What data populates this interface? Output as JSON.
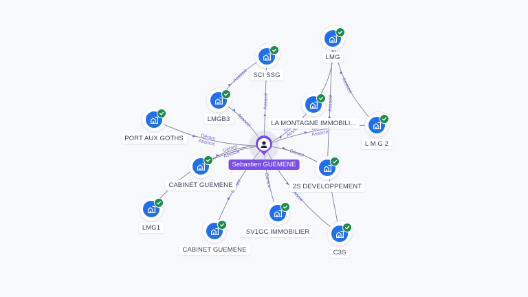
{
  "center": {
    "name": "Sebastien GUEMENE",
    "icon": "person-icon",
    "color": "#7a4cf0"
  },
  "colors": {
    "company_disc": "#1f6ff0",
    "verified_badge": "#1e8c4a",
    "edge": "#7a7f96",
    "edge_label": "#7a66d8",
    "background": "#f8f9fc"
  },
  "nodes": [
    {
      "id": "sci-ssg",
      "label": "SCI SSG",
      "icon": "building-icon",
      "verified": true
    },
    {
      "id": "lmg",
      "label": "LMG",
      "icon": "building-icon",
      "verified": true
    },
    {
      "id": "lmgb3",
      "label": "LMGB3",
      "icon": "building-icon",
      "verified": true
    },
    {
      "id": "la-montagne",
      "label": "LA MONTAGNE IMMOBILI...",
      "icon": "building-icon",
      "verified": true
    },
    {
      "id": "port-aux-goths",
      "label": "PORT AUX GOTHS",
      "icon": "building-icon",
      "verified": true
    },
    {
      "id": "lmg2",
      "label": "L M G 2",
      "icon": "building-icon",
      "verified": true
    },
    {
      "id": "cabinet-guemene-1",
      "label": "CABINET GUEMENE",
      "icon": "building-icon",
      "verified": true
    },
    {
      "id": "2s-dev",
      "label": "2S DEVELOPPEMENT",
      "icon": "building-icon",
      "verified": true
    },
    {
      "id": "lmg1",
      "label": "LMG1",
      "icon": "building-icon",
      "verified": true
    },
    {
      "id": "sv1gc",
      "label": "SV1GC IMMOBILIER",
      "icon": "building-icon",
      "verified": true
    },
    {
      "id": "cabinet-guemene-2",
      "label": "CABINET GUEMENE",
      "icon": "building-icon",
      "verified": true
    },
    {
      "id": "c3s",
      "label": "C3S",
      "icon": "building-icon",
      "verified": true
    }
  ],
  "edges": [
    {
      "from": "center",
      "to": "sci-ssg",
      "label": "Associé"
    },
    {
      "from": "center",
      "to": "lmgb3",
      "label": "Associé"
    },
    {
      "from": "lmgb3",
      "to": "sci-ssg",
      "label": "Associé"
    },
    {
      "from": "center",
      "to": "port-aux-goths",
      "label": "Gérant / Associé"
    },
    {
      "from": "center",
      "to": "la-montagne",
      "label": "Gérant / Associé"
    },
    {
      "from": "center",
      "to": "lmg2",
      "label": "Gérant / Associé"
    },
    {
      "from": "lmg",
      "to": "lmg2",
      "label": "Associé"
    },
    {
      "from": "lmg",
      "to": "la-montagne",
      "label": ""
    },
    {
      "from": "lmg",
      "to": "2s-dev",
      "label": "Associé"
    },
    {
      "from": "center",
      "to": "cabinet-guemene-1",
      "label": "Gérant / Associé"
    },
    {
      "from": "center",
      "to": "2s-dev",
      "label": "Gérant"
    },
    {
      "from": "center",
      "to": "lmg1",
      "label": ""
    },
    {
      "from": "center",
      "to": "cabinet-guemene-2",
      "label": "Gérant"
    },
    {
      "from": "center",
      "to": "sv1gc",
      "label": "Gérant"
    },
    {
      "from": "center",
      "to": "c3s",
      "label": "Associé"
    },
    {
      "from": "2s-dev",
      "to": "c3s",
      "label": ""
    }
  ]
}
